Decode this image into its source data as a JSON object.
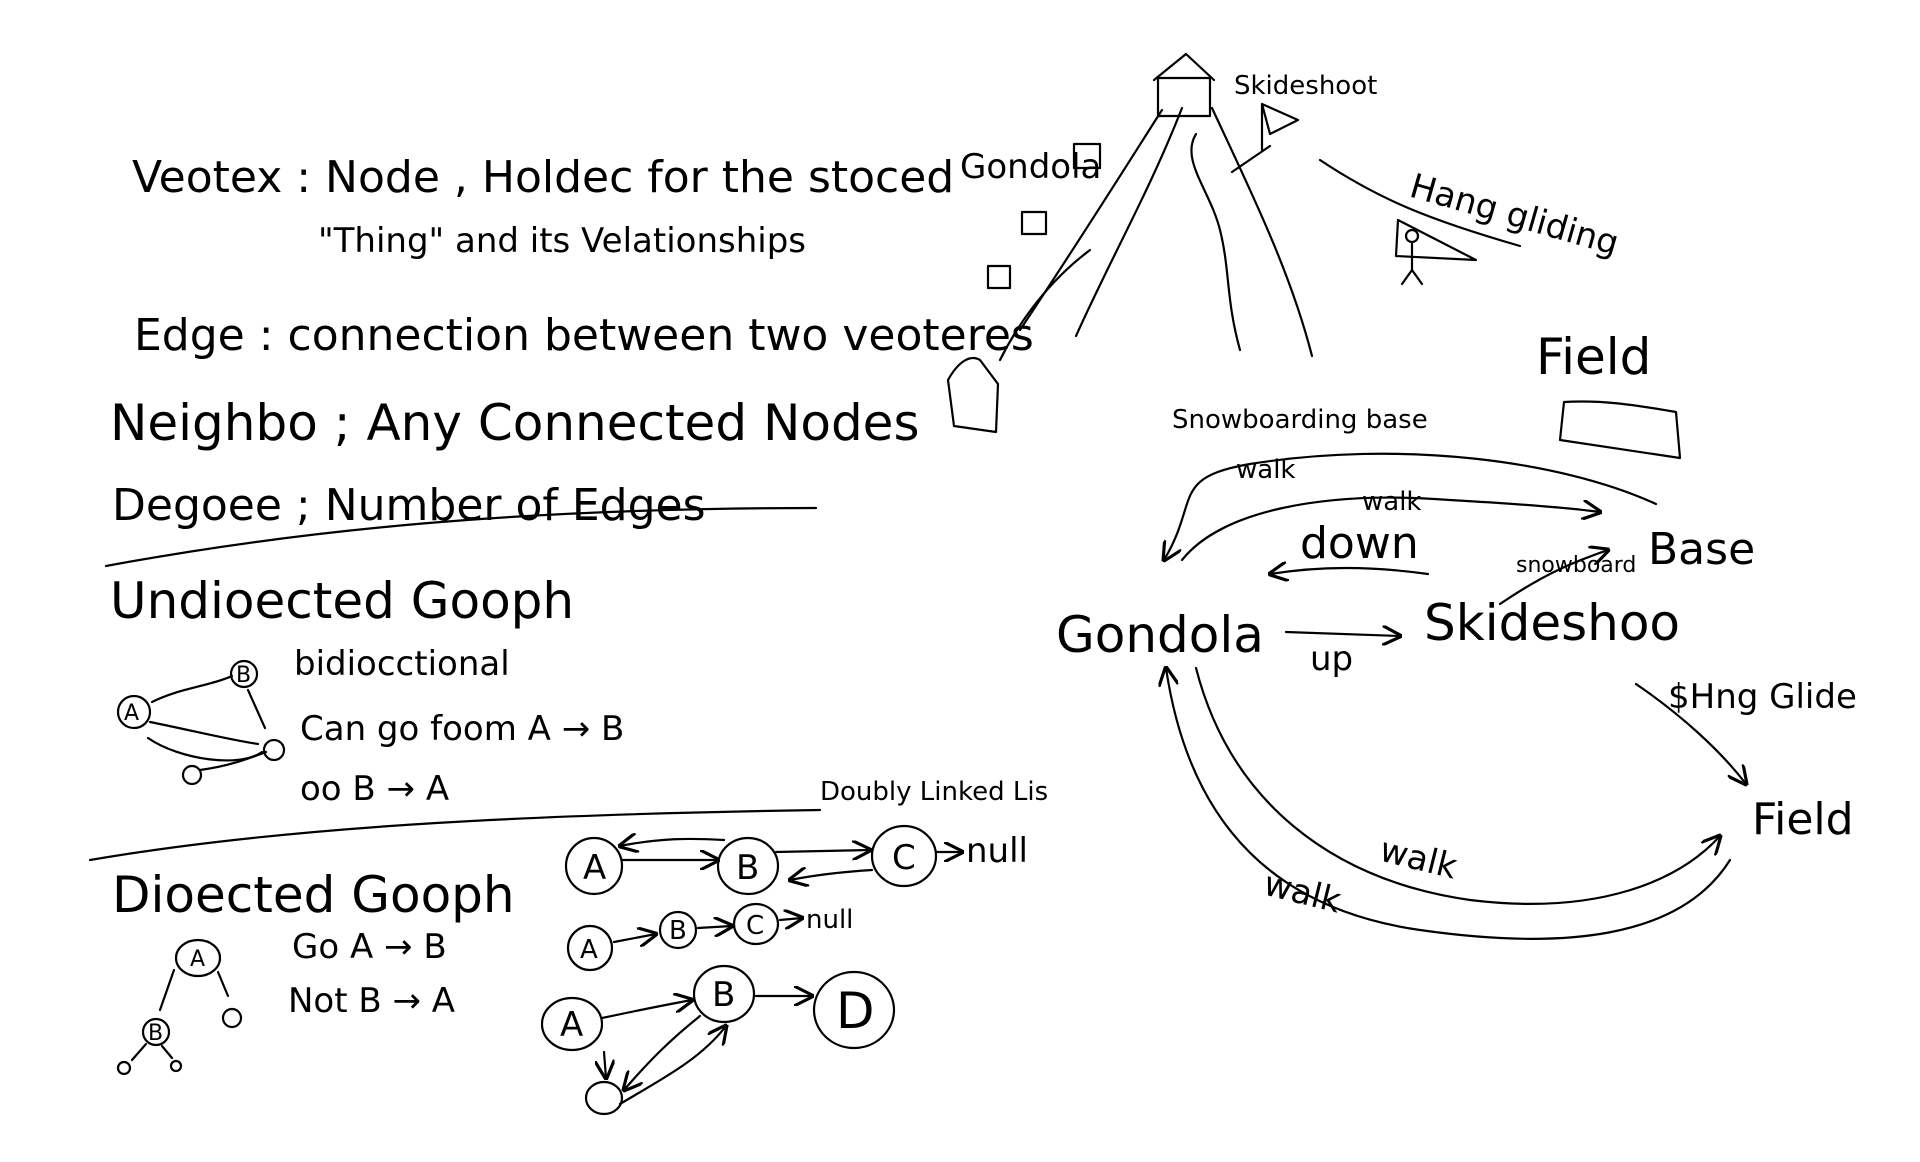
{
  "definitions": {
    "vertex": "Veotex : Node , Holdec for the stoced",
    "vertex_cont": "\"Thing\" and its Velationships",
    "edge": "Edge : connection between two veoteres",
    "neighbor": "Neighbo ; Any Connected Nodes",
    "degree": "Degoee ; Number of Edges"
  },
  "undirected": {
    "title": "Undioected Gooph",
    "bidirectional": "bidiocctional",
    "can_go": "Can go foom A → B",
    "or": "oo B → A",
    "node_a": "A",
    "node_b": "B"
  },
  "doubly_linked": {
    "title": "Doubly Linked Lis",
    "row1": [
      "A",
      "B",
      "C"
    ],
    "row2": [
      "A",
      "B",
      "C"
    ],
    "null1": "null",
    "null2": "null"
  },
  "directed": {
    "title": "Dioected Gooph",
    "go": "Go A → B",
    "not": "Not B → A",
    "node_a": "A",
    "node_b": "B",
    "lower": {
      "a": "A",
      "b": "B",
      "d": "D"
    }
  },
  "mountain": {
    "gondola": "Gondola",
    "skideshoot": "Skideshoot",
    "hang_gliding": "Hang gliding",
    "snowboarding_base": "Snowboarding base",
    "field": "Field"
  },
  "graph_map": {
    "gondola": "Gondola",
    "skideshoot": "Skideshoo",
    "base": "Base",
    "field": "Field",
    "hang_glide": "$Hng Glide",
    "walk_top": "walk",
    "walk_inner": "walk",
    "down": "down",
    "up": "up",
    "snowboard": "snowboard",
    "walk_bottom": "walk",
    "walk_outer": "walk"
  }
}
